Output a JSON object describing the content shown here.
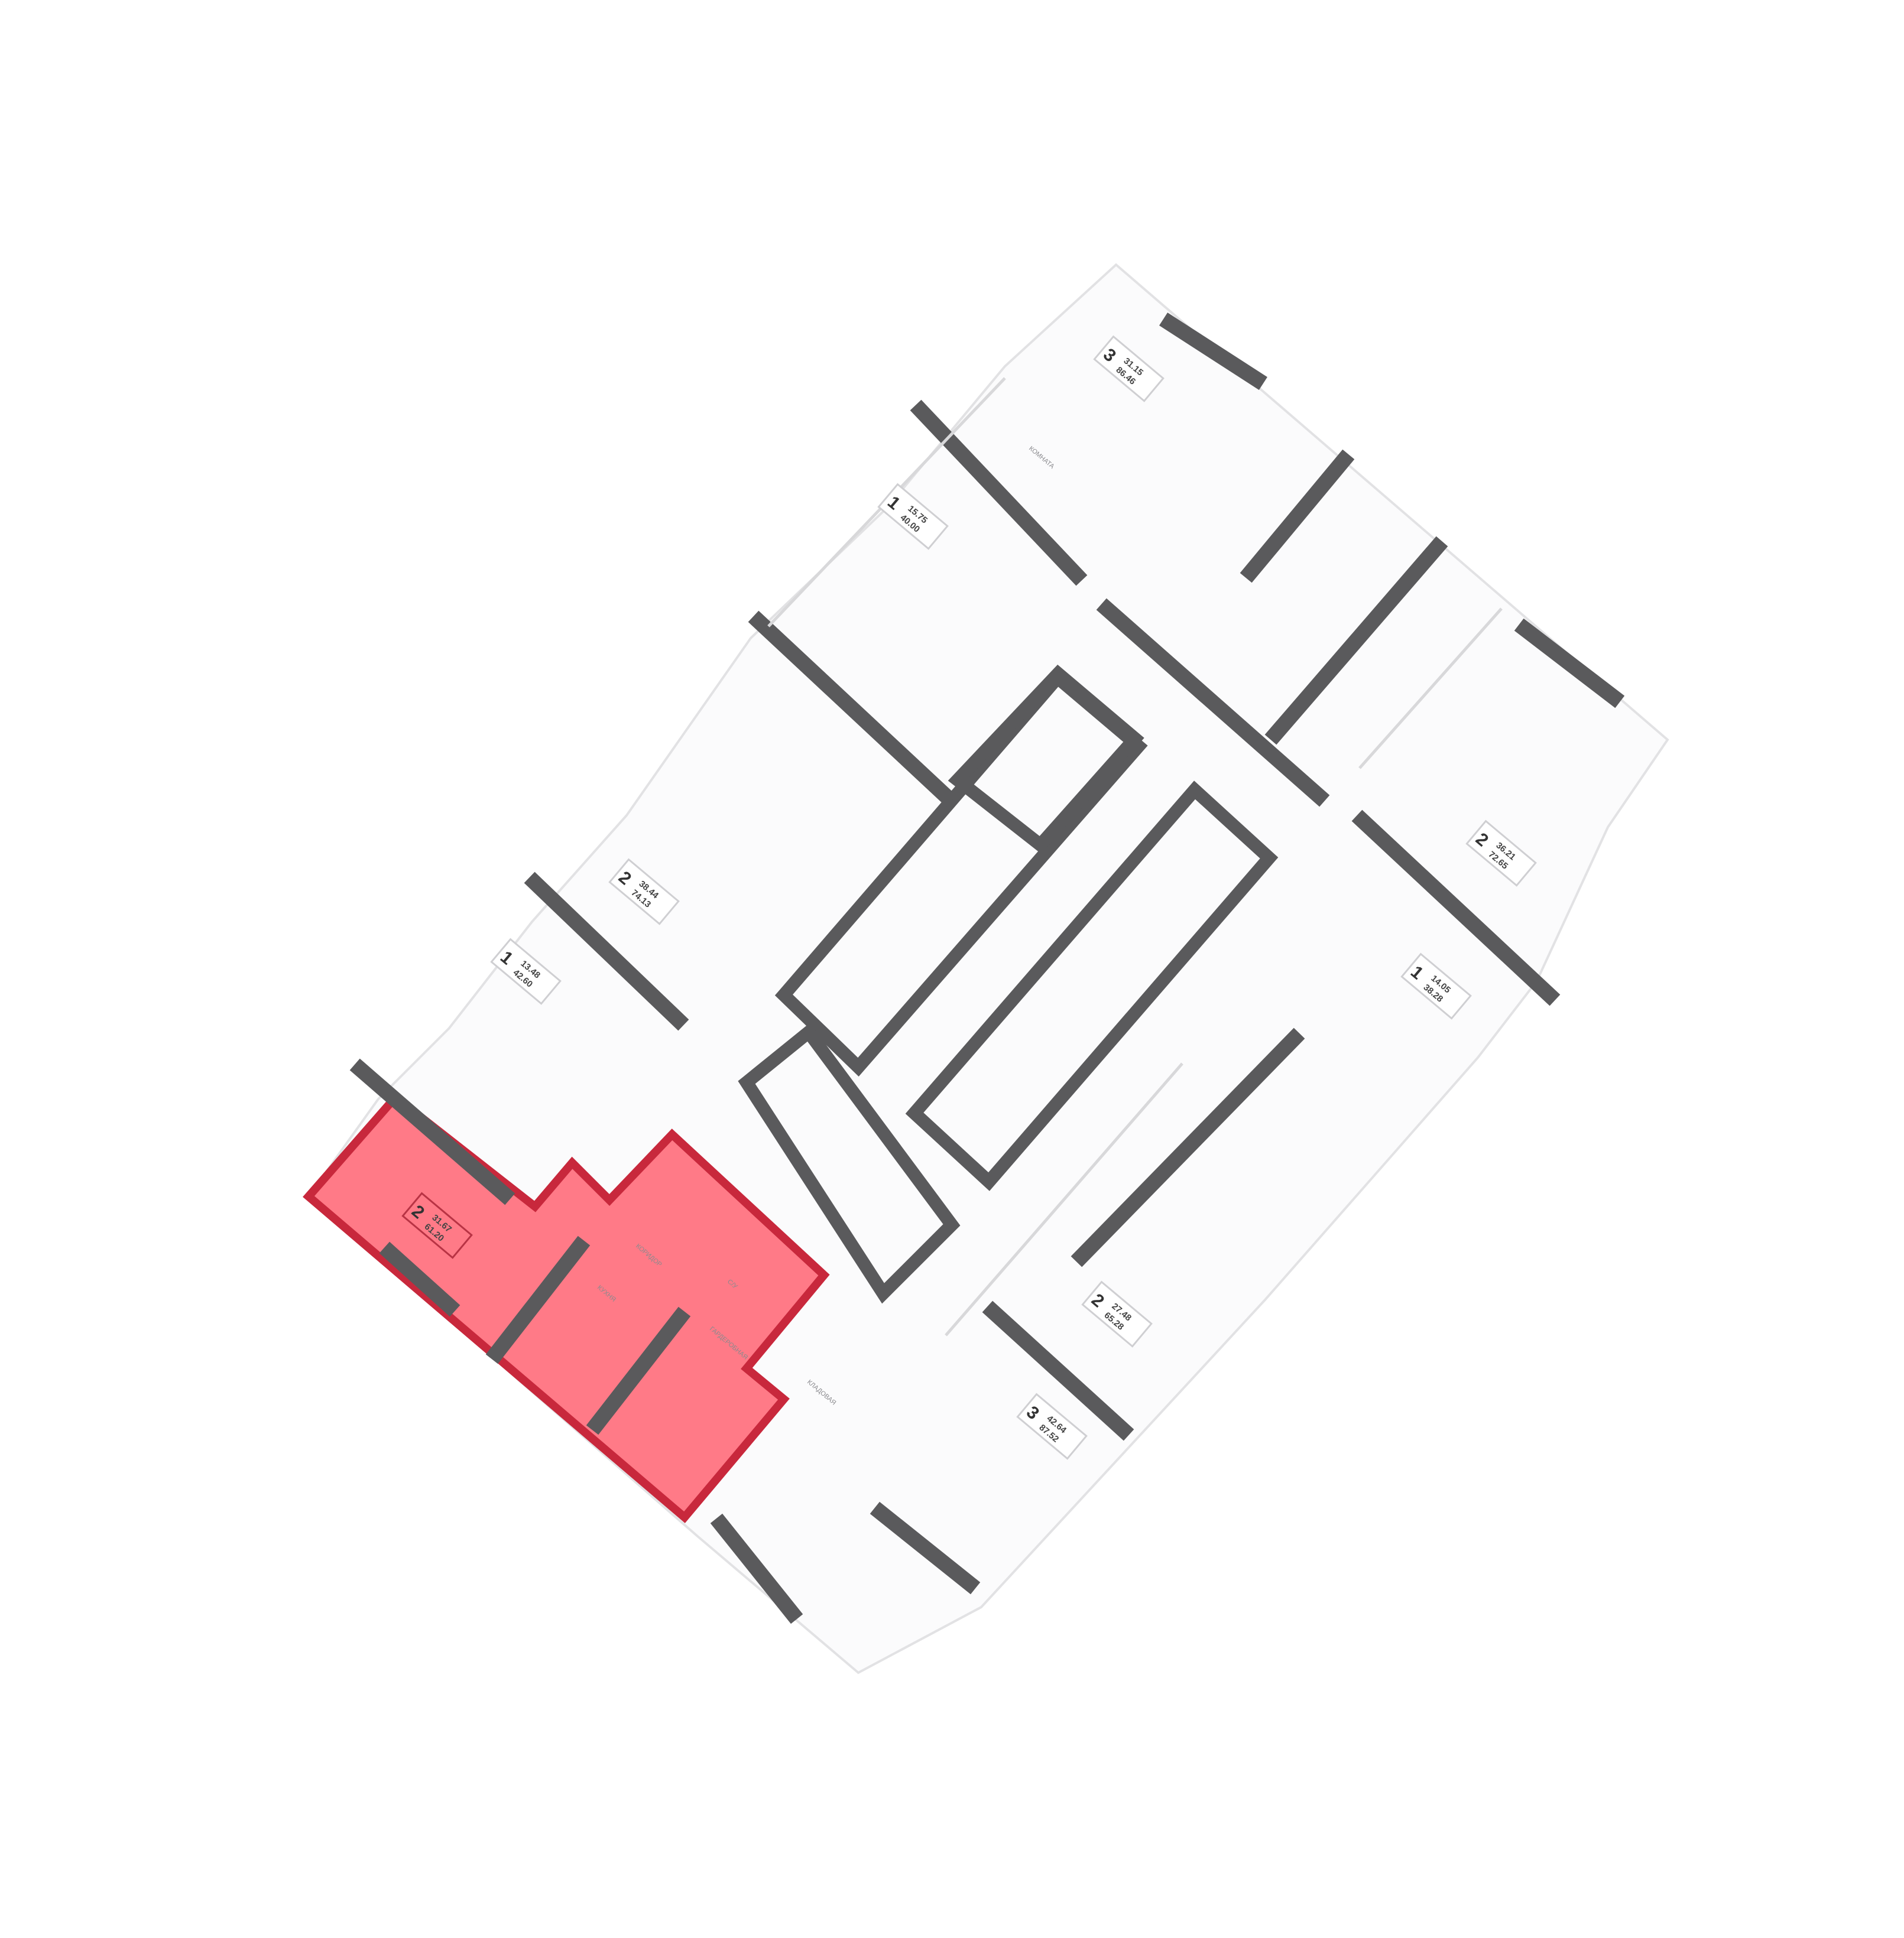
{
  "plan": {
    "highlight_color": "#ff6b7a",
    "apartments": [
      {
        "rooms": "3",
        "living_area": "31.15",
        "total_area": "86.46",
        "highlighted": false
      },
      {
        "rooms": "1",
        "living_area": "15.75",
        "total_area": "40.00",
        "highlighted": false
      },
      {
        "rooms": "2",
        "living_area": "38.44",
        "total_area": "74.13",
        "highlighted": false
      },
      {
        "rooms": "1",
        "living_area": "13.48",
        "total_area": "42.60",
        "highlighted": false
      },
      {
        "rooms": "2",
        "living_area": "31.67",
        "total_area": "61.20",
        "highlighted": true
      },
      {
        "rooms": "2",
        "living_area": "36.21",
        "total_area": "72.65",
        "highlighted": false
      },
      {
        "rooms": "1",
        "living_area": "14.05",
        "total_area": "38.28",
        "highlighted": false
      },
      {
        "rooms": "2",
        "living_area": "27.48",
        "total_area": "65.28",
        "highlighted": false
      },
      {
        "rooms": "3",
        "living_area": "42.64",
        "total_area": "87.52",
        "highlighted": false
      }
    ],
    "room_labels": [
      "КОМНАТА",
      "КУХНЯ",
      "С/У",
      "КОРИДОР",
      "ГАРДЕРОБНАЯ",
      "КЛАДОВАЯ"
    ]
  }
}
